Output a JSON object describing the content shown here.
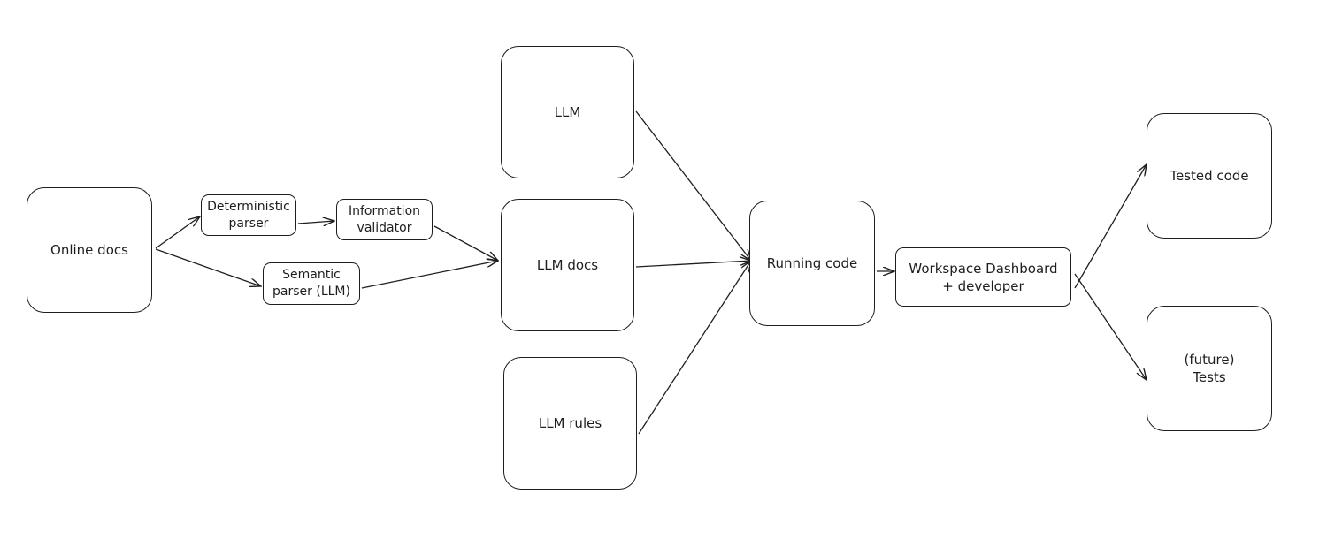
{
  "nodes": {
    "online_docs": "Online docs",
    "deterministic_parser": "Deterministic\nparser",
    "information_validator": "Information\nvalidator",
    "semantic_parser": "Semantic\nparser (LLM)",
    "llm": "LLM",
    "llm_docs": "LLM docs",
    "llm_rules": "LLM rules",
    "running_code": "Running code",
    "workspace_dashboard": "Workspace Dashboard\n+ developer",
    "tested_code": "Tested code",
    "future_tests": "(future)\nTests"
  },
  "colors": {
    "stroke": "#1e1e1e",
    "background": "#ffffff"
  }
}
